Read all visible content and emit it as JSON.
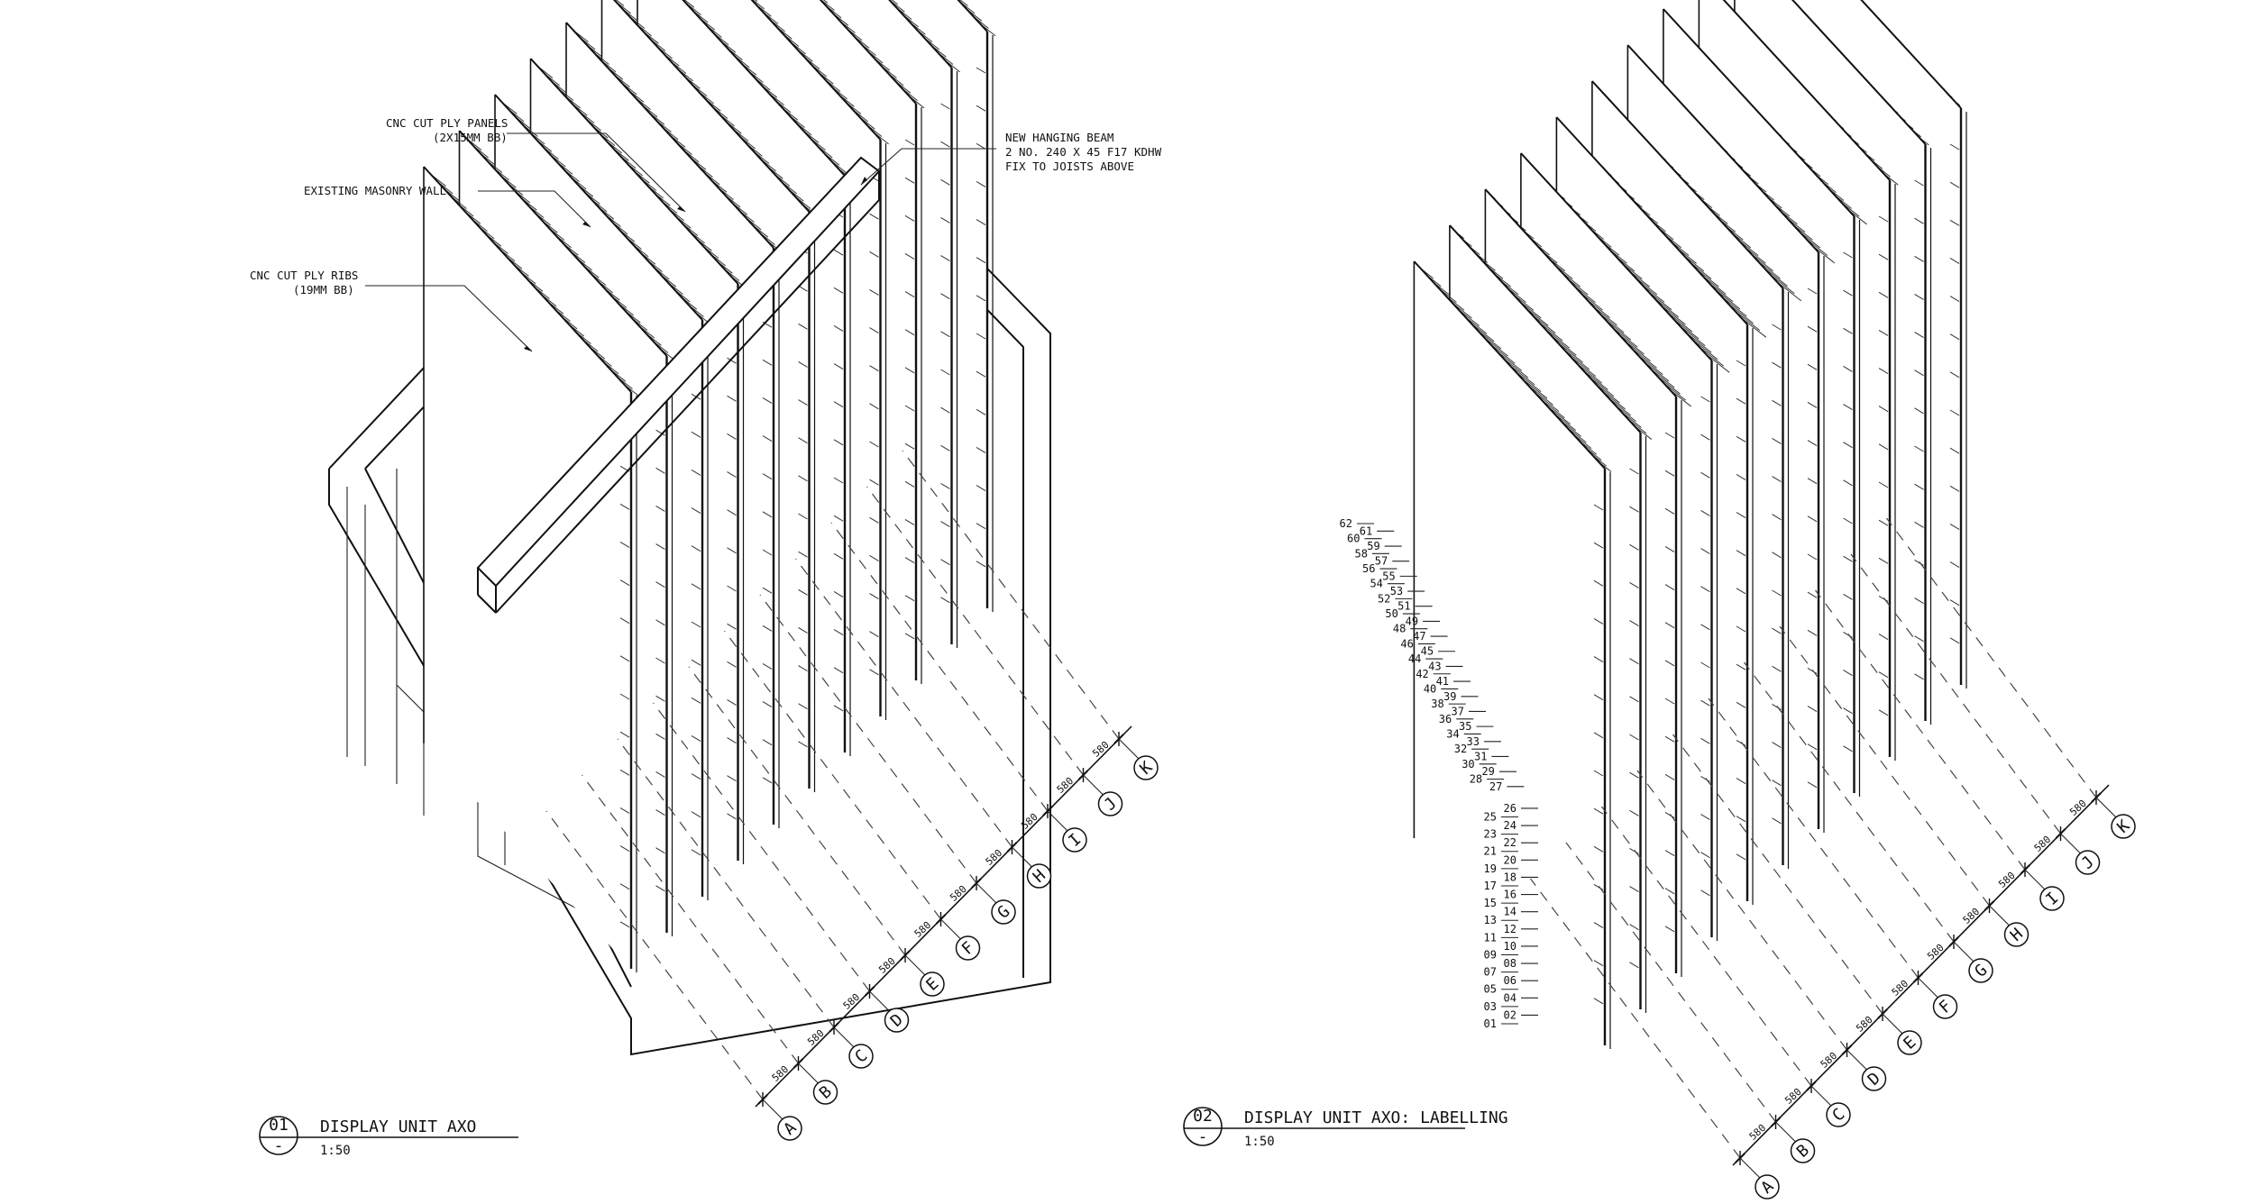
{
  "notes": {
    "panels_line1": "CNC CUT PLY PANELS",
    "panels_line2": "(2X15MM BB)",
    "wall": "EXISTING MASONRY WALL",
    "ribs_line1": "CNC CUT PLY RIBS",
    "ribs_line2": "(19MM BB)",
    "beam_line1": "NEW HANGING BEAM",
    "beam_line2": "2 NO. 240 X 45 F17 KDHW",
    "beam_line3": "FIX TO JOISTS ABOVE"
  },
  "drawing1": {
    "number": "01",
    "scale_marker": "-",
    "title": "DISPLAY UNIT AXO",
    "scale": "1:50"
  },
  "drawing2": {
    "number": "02",
    "scale_marker": "-",
    "title": "DISPLAY UNIT AXO: LABELLING",
    "scale": "1:50"
  },
  "grid_labels": [
    "A",
    "B",
    "C",
    "D",
    "E",
    "F",
    "G",
    "H",
    "I",
    "J",
    "K"
  ],
  "grid_spacing": "580",
  "rib_labels": [
    "62",
    "61",
    "60",
    "59",
    "58",
    "57",
    "56",
    "55",
    "54",
    "53",
    "52",
    "51",
    "50",
    "49",
    "48",
    "47",
    "46",
    "45",
    "44",
    "43",
    "42",
    "41",
    "40",
    "39",
    "38",
    "37",
    "36",
    "35",
    "34",
    "33",
    "32",
    "31",
    "30",
    "29",
    "28",
    "27",
    "26",
    "25",
    "24",
    "23",
    "22",
    "21",
    "20",
    "19",
    "18",
    "17",
    "16",
    "15",
    "14",
    "13",
    "12",
    "11",
    "10",
    "09",
    "08",
    "07",
    "06",
    "05",
    "04",
    "03",
    "02",
    "01"
  ]
}
